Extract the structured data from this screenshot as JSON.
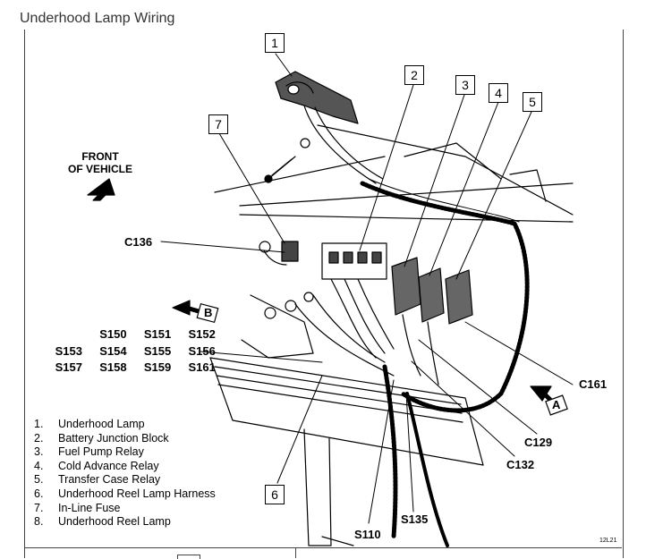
{
  "title": "Underhood Lamp Wiring",
  "front_label": [
    "FRONT",
    "OF VEHICLE"
  ],
  "callouts": [
    "1",
    "2",
    "3",
    "4",
    "5",
    "6",
    "7"
  ],
  "connectors": {
    "c136": "C136",
    "c161": "C161",
    "c129": "C129",
    "c132": "C132",
    "s135": "S135",
    "s110": "S110"
  },
  "view_arrows": {
    "a": "A",
    "b": "B"
  },
  "splices": [
    [
      "S150",
      "S151",
      "S152"
    ],
    [
      "S153",
      "S154",
      "S155",
      "S156"
    ],
    [
      "S157",
      "S158",
      "S159",
      "S161"
    ]
  ],
  "legend": [
    {
      "num": "1.",
      "label": "Underhood Lamp"
    },
    {
      "num": "2.",
      "label": "Battery Junction Block"
    },
    {
      "num": "3.",
      "label": "Fuel Pump Relay"
    },
    {
      "num": "4.",
      "label": "Cold Advance Relay"
    },
    {
      "num": "5.",
      "label": "Transfer Case Relay"
    },
    {
      "num": "6.",
      "label": "Underhood Reel Lamp Harness"
    },
    {
      "num": "7.",
      "label": "In-Line Fuse"
    },
    {
      "num": "8.",
      "label": "Underhood Reel Lamp"
    }
  ],
  "figure_code": "12L21",
  "colors": {
    "ink": "#000000",
    "frame": "#444444",
    "title": "#333333"
  }
}
